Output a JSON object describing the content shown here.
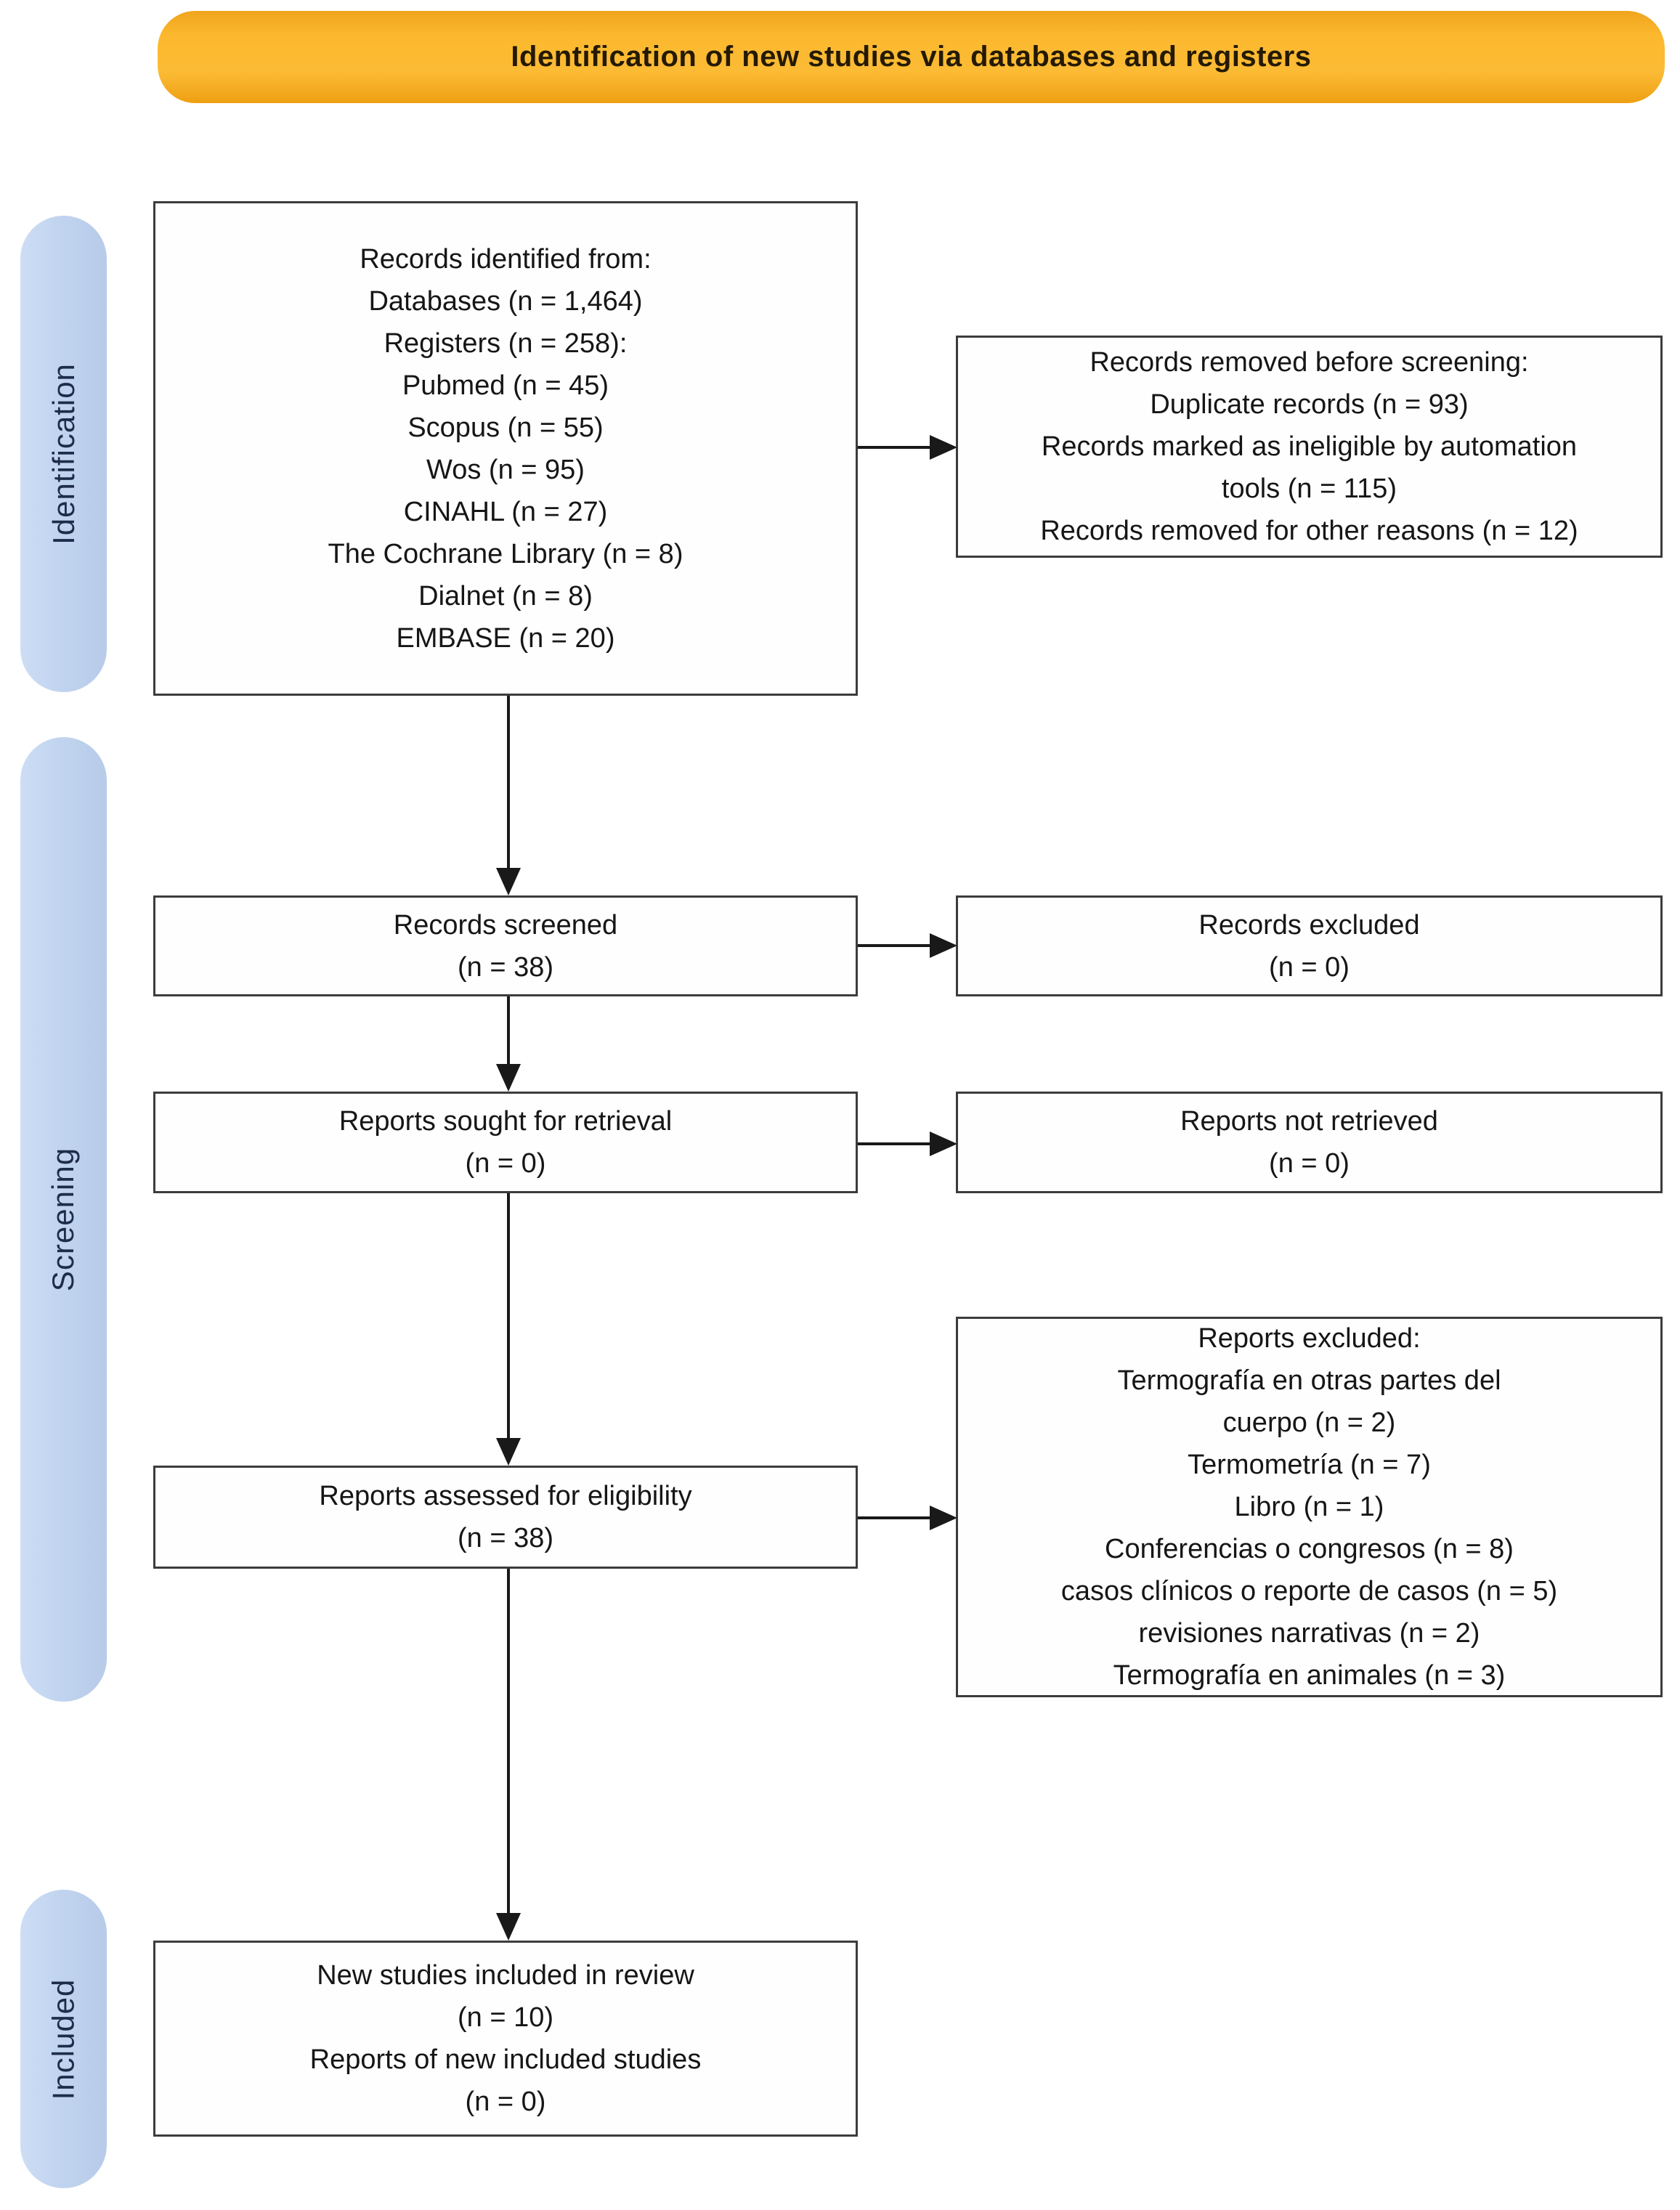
{
  "title": "Identification of new studies via databases and registers",
  "sidebar": {
    "stages": [
      {
        "label": "Identification"
      },
      {
        "label": "Screening"
      },
      {
        "label": "Included"
      }
    ]
  },
  "colors": {
    "header_bg": "#FBB92F",
    "stage_bg": "#C1D4EF",
    "stage_text": "#1D2C49",
    "box_border": "#3C3C3C",
    "arrow": "#191919",
    "text": "#161616"
  },
  "boxes": {
    "identified": {
      "lines": [
        "Records identified from:",
        "Databases (n = 1,464)",
        "Registers (n = 258):",
        "Pubmed (n = 45)",
        "Scopus (n = 55)",
        "Wos (n = 95)",
        "CINAHL (n = 27)",
        "The Cochrane Library (n = 8)",
        "Dialnet (n = 8)",
        "EMBASE (n = 20)"
      ]
    },
    "removed": {
      "lines": [
        "Records removed before screening:",
        "Duplicate records (n = 93)",
        "Records marked as ineligible by automation",
        "tools (n = 115)",
        "Records removed for other reasons (n = 12)"
      ]
    },
    "screened": {
      "lines": [
        "Records screened",
        "(n = 38)"
      ]
    },
    "excluded": {
      "lines": [
        "Records excluded",
        "(n = 0)"
      ]
    },
    "sought": {
      "lines": [
        "Reports sought for retrieval",
        "(n = 0)"
      ]
    },
    "not_retrieved": {
      "lines": [
        "Reports not retrieved",
        "(n = 0)"
      ]
    },
    "reports_excluded": {
      "lines": [
        "Reports excluded:",
        "Termografía en otras partes del",
        "cuerpo (n = 2)",
        "Termometría (n = 7)",
        "Libro (n = 1)",
        "Conferencias o congresos (n = 8)",
        "casos clínicos o reporte de casos (n = 5)",
        "revisiones narrativas (n = 2)",
        "Termografía en animales (n = 3)"
      ]
    },
    "assessed": {
      "lines": [
        "Reports assessed for eligibility",
        "(n = 38)"
      ]
    },
    "new_studies": {
      "lines": [
        "New studies included in review",
        "(n = 10)",
        "Reports of new included studies",
        "(n = 0)"
      ]
    }
  }
}
